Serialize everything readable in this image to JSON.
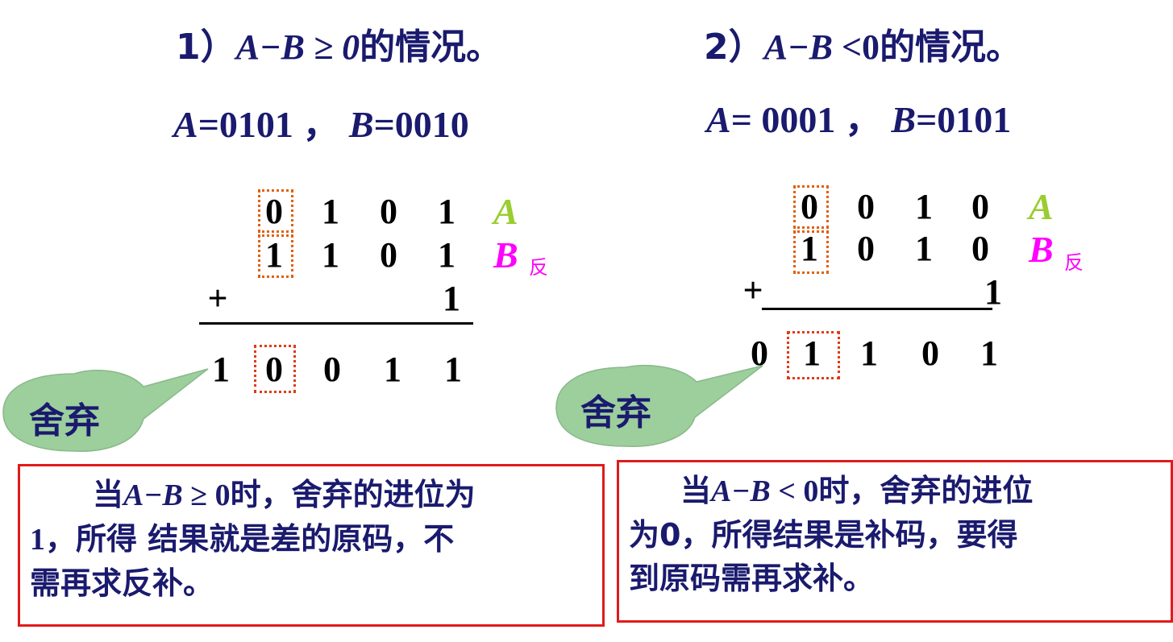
{
  "case1": {
    "title_prefix": "1）",
    "title_expr": "A−B ≥ 0",
    "title_suffix": "的情况。",
    "assign_A_var": "A",
    "assign_A_val": "=0101 ，",
    "assign_B_var": "B",
    "assign_B_val": "=0010",
    "row_a": [
      "0",
      "1",
      "0",
      "1"
    ],
    "row_a_label": "A",
    "row_b": [
      "1",
      "1",
      "0",
      "1"
    ],
    "row_b_label": "B",
    "row_b_sub": "反",
    "plus": "+",
    "add_one": "1",
    "result": [
      "1",
      "0",
      "0",
      "1",
      "1"
    ],
    "discard_label": "舍弃",
    "note_l1_a": "当",
    "note_l1_expr": "A−B",
    "note_l1_b": " ≥ 0",
    "note_l1_c": "时，舍弃的进位为",
    "note_l2_num": "1",
    "note_l2_text": "，所得 结果就是差的原码，不",
    "note_l3": "需再求反补。"
  },
  "case2": {
    "title_prefix": "2）",
    "title_expr": "A−B",
    "title_cmp": " <0",
    "title_suffix": "的情况。",
    "assign_A_var": "A",
    "assign_A_val": "= 0001 ，",
    "assign_B_var": "B",
    "assign_B_val": "=0101",
    "row_a": [
      "0",
      "0",
      "1",
      "0"
    ],
    "row_a_label": "A",
    "row_b": [
      "1",
      "0",
      "1",
      "0"
    ],
    "row_b_label": "B",
    "row_b_sub": "反",
    "plus": "+",
    "add_one": "1",
    "result": [
      "0",
      "1",
      "1",
      "0",
      "1"
    ],
    "discard_label": "舍弃",
    "note_l1_a": "当",
    "note_l1_expr": "A−B",
    "note_l1_b": " < 0",
    "note_l1_c": "时，舍弃的进位",
    "note_l2": "为0，所得结果是补码，要得",
    "note_l3": "到原码需再求补。"
  },
  "colors": {
    "navy": "#1a1a6e",
    "label_A": "#9acd32",
    "label_B": "#ff00ff",
    "dotted_box": "#e06010",
    "note_border": "#e01b1b",
    "bubble_fill": "#9ccf9c"
  }
}
